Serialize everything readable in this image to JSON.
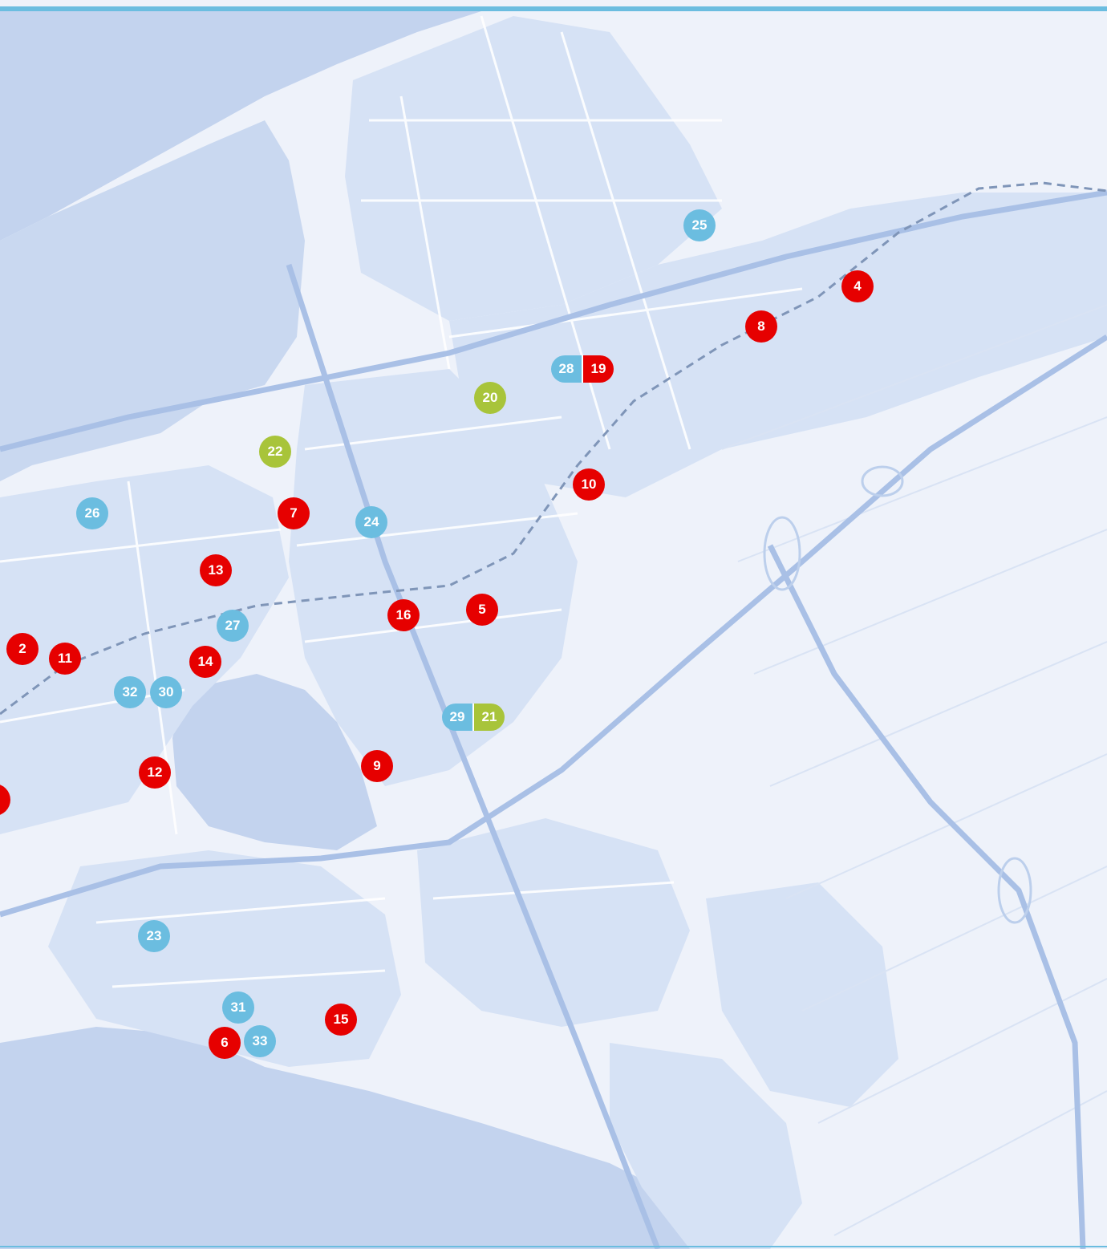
{
  "map": {
    "colors": {
      "land": "#eef2fa",
      "water": "#c3d3ee",
      "builtup": "#d6e2f5",
      "roads": "#ffffff",
      "highway": "#a9c0e6",
      "boundary": "#7f95b8",
      "accent": "#6bbde0"
    },
    "category_colors": {
      "red": "#e60000",
      "blue": "#6bbde0",
      "green": "#a8c43a"
    },
    "markers": [
      {
        "label": "2",
        "category": "red"
      },
      {
        "label": "4",
        "category": "red"
      },
      {
        "label": "5",
        "category": "red"
      },
      {
        "label": "6",
        "category": "red"
      },
      {
        "label": "7",
        "category": "red"
      },
      {
        "label": "8",
        "category": "red"
      },
      {
        "label": "9",
        "category": "red"
      },
      {
        "label": "10",
        "category": "red"
      },
      {
        "label": "11",
        "category": "red"
      },
      {
        "label": "12",
        "category": "red"
      },
      {
        "label": "13",
        "category": "red"
      },
      {
        "label": "14",
        "category": "red"
      },
      {
        "label": "15",
        "category": "red"
      },
      {
        "label": "16",
        "category": "red"
      },
      {
        "label": "",
        "category": "red"
      },
      {
        "label": "20",
        "category": "green"
      },
      {
        "label": "22",
        "category": "green"
      },
      {
        "label": "23",
        "category": "blue"
      },
      {
        "label": "24",
        "category": "blue"
      },
      {
        "label": "25",
        "category": "blue"
      },
      {
        "label": "26",
        "category": "blue"
      },
      {
        "label": "27",
        "category": "blue"
      },
      {
        "label": "30",
        "category": "blue"
      },
      {
        "label": "31",
        "category": "blue"
      },
      {
        "label": "32",
        "category": "blue"
      },
      {
        "label": "33",
        "category": "blue"
      }
    ],
    "paired_markers": [
      {
        "left": {
          "label": "28",
          "category": "blue"
        },
        "right": {
          "label": "19",
          "category": "red"
        }
      },
      {
        "left": {
          "label": "29",
          "category": "blue"
        },
        "right": {
          "label": "21",
          "category": "green"
        }
      }
    ]
  }
}
